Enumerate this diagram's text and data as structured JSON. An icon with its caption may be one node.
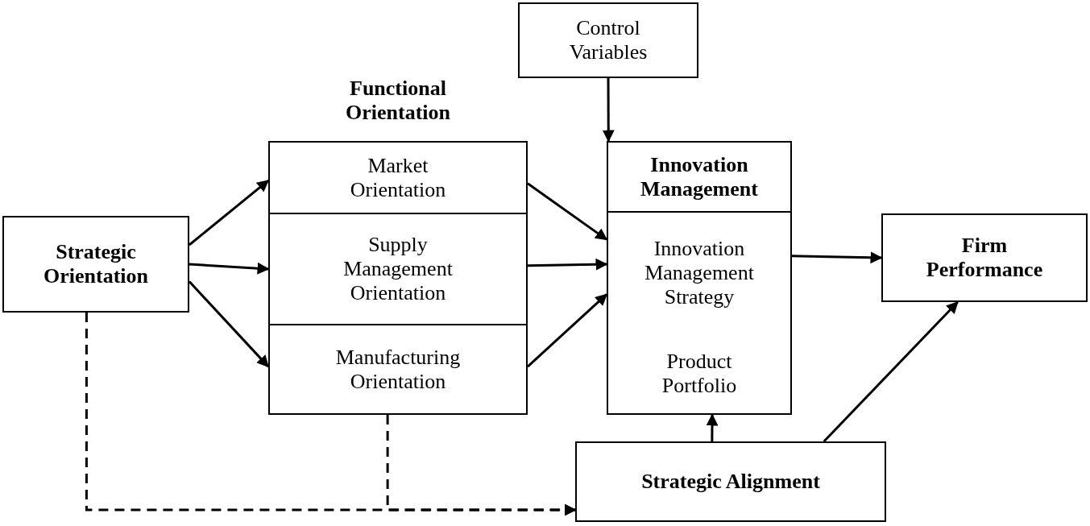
{
  "diagram": {
    "nodes": [
      {
        "text": [
          "Strategic Orientation"
        ]
      },
      {
        "text": [
          "Functional Orientation"
        ]
      },
      {
        "text": [
          "Market Orientation"
        ],
        "in": 1
      },
      {
        "text": [
          "Supply Management Orientation"
        ],
        "in": 1
      },
      {
        "text": [
          "Manufacturing Orientation"
        ],
        "in": 1
      },
      {
        "text": [
          "Control Variables"
        ]
      },
      {
        "text": [
          "Innovation Management",
          "Innovation Management Strategy",
          "Product Portfolio"
        ]
      },
      {
        "text": [
          "Firm Performance"
        ]
      },
      {
        "text": [
          "Strategic Alignment"
        ]
      }
    ],
    "edges": [
      {
        "from": 0,
        "to": 2,
        "arrow": "to"
      },
      {
        "from": 0,
        "to": 3,
        "arrow": "to"
      },
      {
        "from": 0,
        "to": 4,
        "arrow": "to"
      },
      {
        "from": 2,
        "to": 6,
        "arrow": "to"
      },
      {
        "from": 3,
        "to": 6,
        "arrow": "to"
      },
      {
        "from": 4,
        "to": 6,
        "arrow": "to"
      },
      {
        "from": 5,
        "to": 6,
        "arrow": "to"
      },
      {
        "from": 6,
        "to": 7,
        "arrow": "to"
      },
      {
        "from": 8,
        "to": 6,
        "arrow": "to"
      },
      {
        "from": 8,
        "to": 7,
        "arrow": "to"
      },
      {
        "from": 0,
        "to": 8,
        "arrow": "to",
        "style": "dashed"
      },
      {
        "from": 4,
        "to": 8,
        "arrow": "to",
        "style": "dashed"
      }
    ]
  }
}
